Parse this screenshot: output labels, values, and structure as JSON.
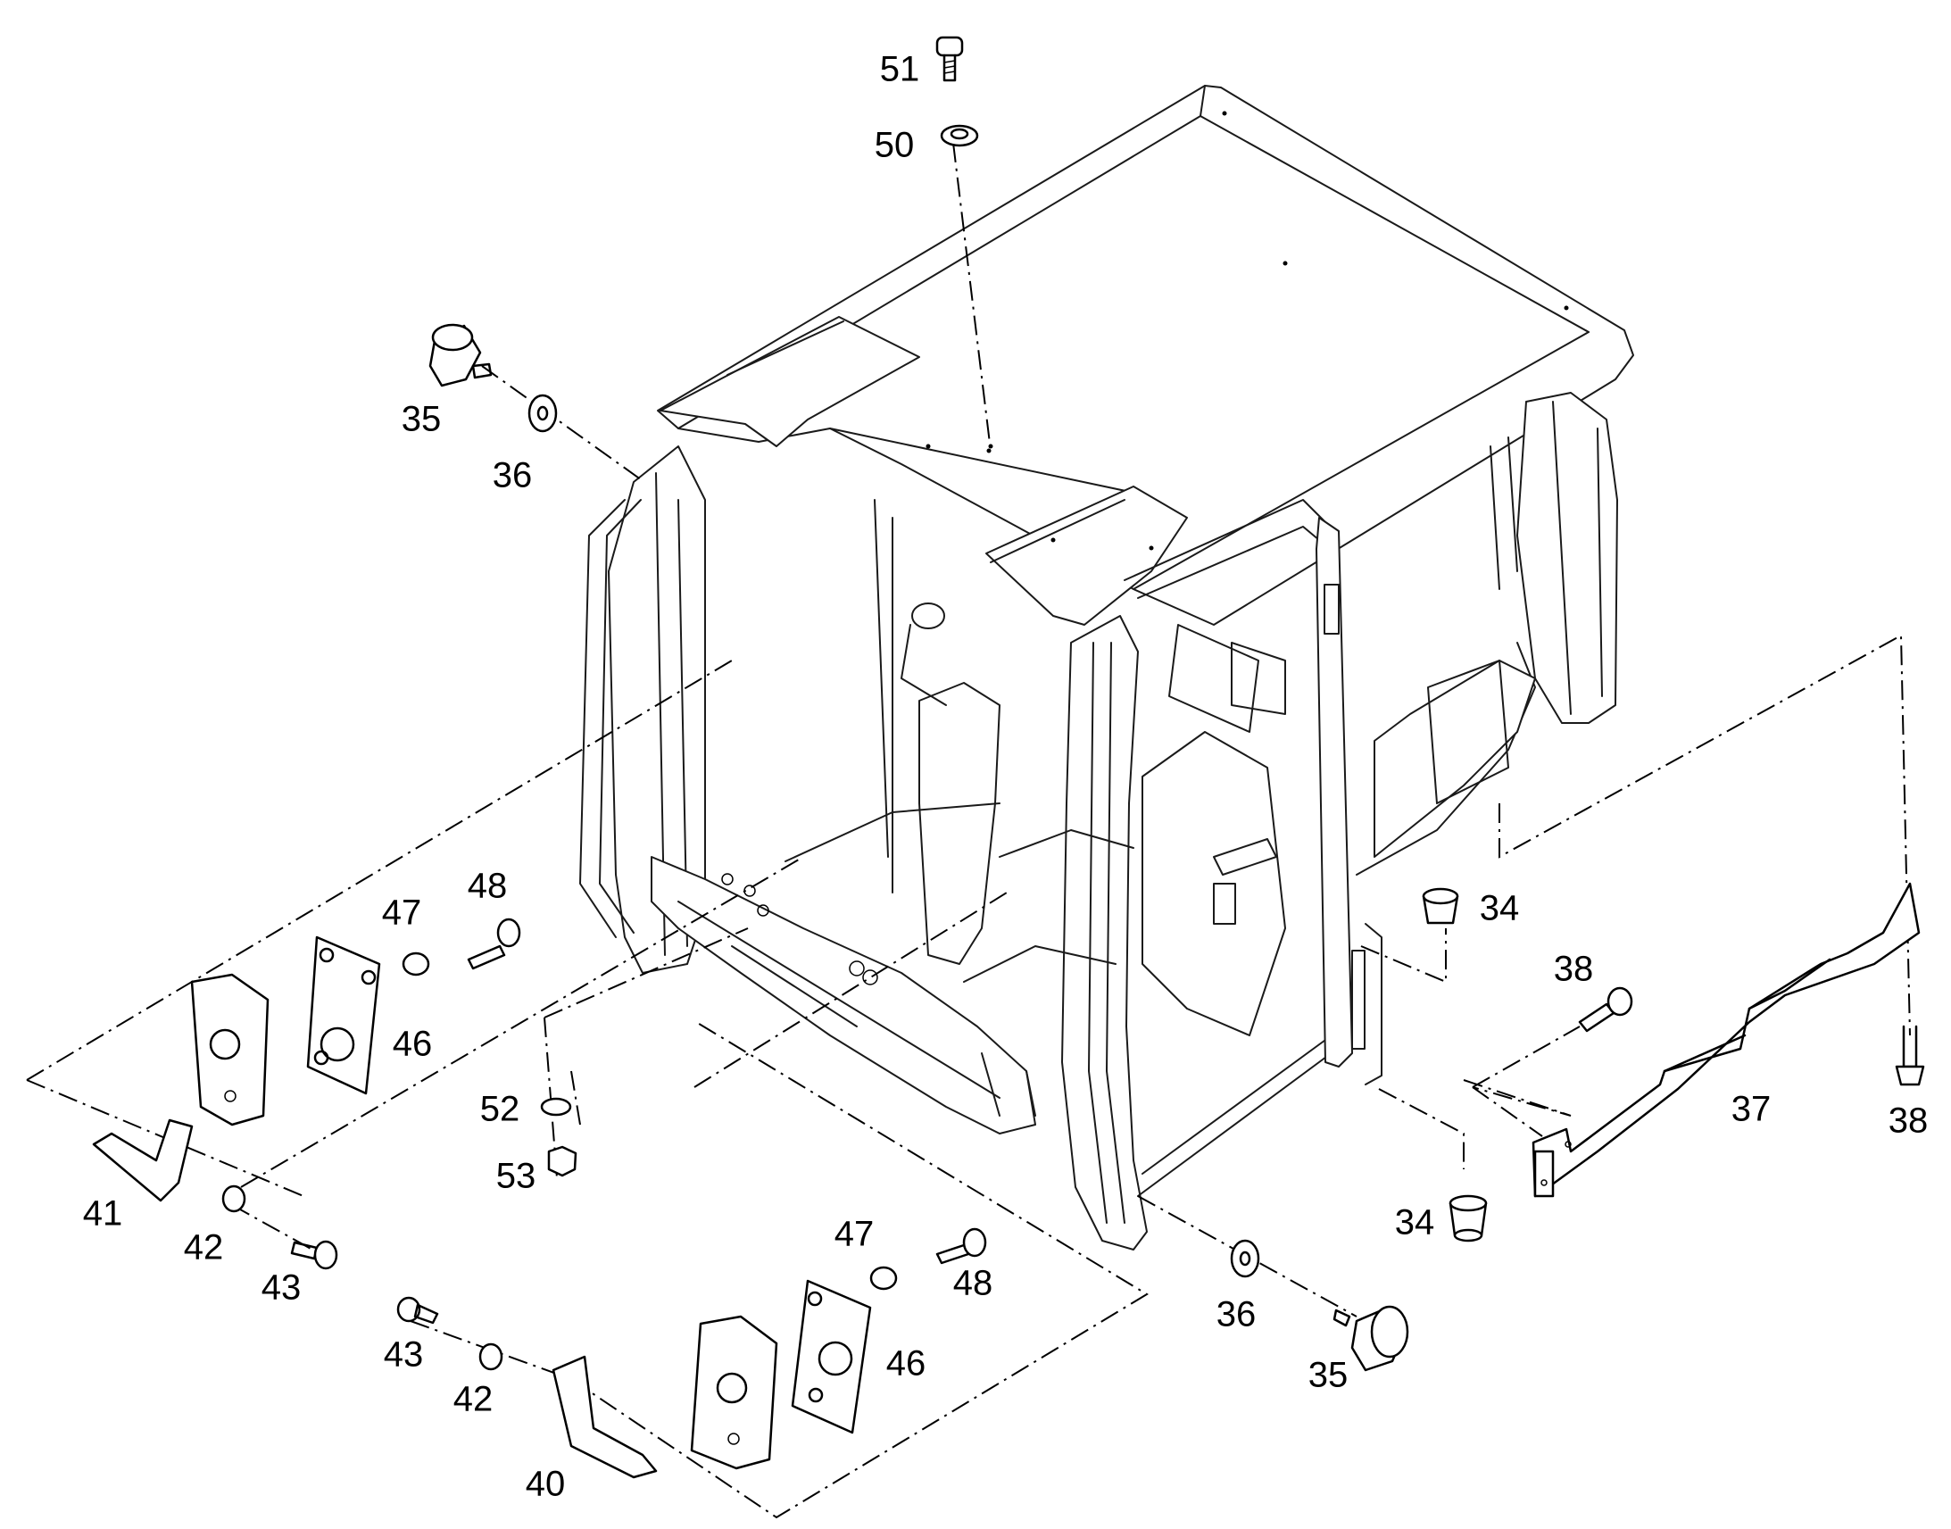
{
  "diagram": {
    "callouts": [
      {
        "id": "c51",
        "label": "51"
      },
      {
        "id": "c50",
        "label": "50"
      },
      {
        "id": "c35a",
        "label": "35"
      },
      {
        "id": "c36a",
        "label": "36"
      },
      {
        "id": "c34a",
        "label": "34"
      },
      {
        "id": "c38a",
        "label": "38"
      },
      {
        "id": "c37",
        "label": "37"
      },
      {
        "id": "c38b",
        "label": "38"
      },
      {
        "id": "c34b",
        "label": "34"
      },
      {
        "id": "c47a",
        "label": "47"
      },
      {
        "id": "c48a",
        "label": "48"
      },
      {
        "id": "c46a",
        "label": "46"
      },
      {
        "id": "c52",
        "label": "52"
      },
      {
        "id": "c53",
        "label": "53"
      },
      {
        "id": "c41",
        "label": "41"
      },
      {
        "id": "c42a",
        "label": "42"
      },
      {
        "id": "c43a",
        "label": "43"
      },
      {
        "id": "c47b",
        "label": "47"
      },
      {
        "id": "c48b",
        "label": "48"
      },
      {
        "id": "c46b",
        "label": "46"
      },
      {
        "id": "c36b",
        "label": "36"
      },
      {
        "id": "c35b",
        "label": "35"
      },
      {
        "id": "c43b",
        "label": "43"
      },
      {
        "id": "c42b",
        "label": "42"
      },
      {
        "id": "c40",
        "label": "40"
      }
    ]
  }
}
